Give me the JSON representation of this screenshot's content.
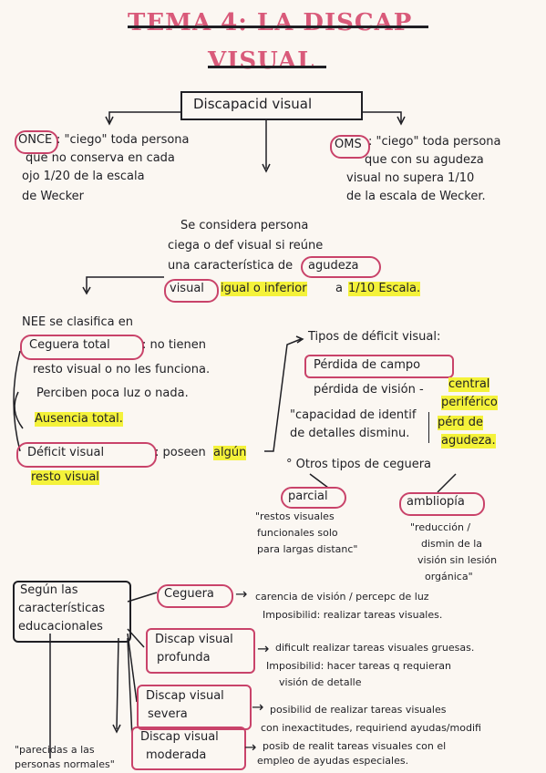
{
  "title": {
    "line1": "TEMA 4: LA DISCAP",
    "line2": "VISUAL"
  },
  "center_box": "Discapacid visual",
  "once": {
    "label": "ONCE",
    "text_lines": [
      ": \"ciego\" toda persona",
      "que no conserva en cada",
      "ojo 1/20 de la escala",
      "de Wecker"
    ]
  },
  "oms": {
    "label": "OMS",
    "text_lines": [
      ": \"ciego\" toda persona",
      "que con su agudeza",
      "visual no supera 1/10",
      "de la escala de Wecker."
    ]
  },
  "middle": {
    "lines": [
      "Se considera persona",
      "ciega o def visual si reúne",
      "una característica de"
    ],
    "agudeza": "agudeza",
    "visual": "visual",
    "igual": "igual o inferior",
    "a": "a",
    "escala": "1/10 Escala."
  },
  "nee": {
    "intro": "NEE se clasifica en",
    "ceguera_total": "Ceguera total",
    "ct_text": ": no tienen",
    "ct_lines": [
      "resto visual o no les funciona.",
      "Perciben poca luz o nada."
    ],
    "ausencia": "Ausencia total.",
    "deficit_visual": "Déficit visual",
    "dv_text": ": poseen",
    "algun": "algún",
    "resto_visual": "resto visual"
  },
  "tipos": {
    "heading": "Tipos de déficit visual:",
    "perdida_campo": "Pérdida de campo",
    "pv_text": "pérdida de visión -",
    "central": "central",
    "periferico": "periférico",
    "capacidad_lines": [
      "\"capacidad de identif",
      "de detalles disminu."
    ],
    "perd_de": "pérd de",
    "agudeza": "agudeza."
  },
  "otros": {
    "heading": "° Otros tipos de ceguera",
    "parcial": "parcial",
    "parcial_lines": [
      "\"restos visuales",
      "funcionales solo",
      "para largas distanc\""
    ],
    "ambliopia": "ambliopía",
    "ambliopia_lines": [
      "\"reducción /",
      "dismin de la",
      "visión sin lesión",
      "orgánica\""
    ]
  },
  "educ": {
    "box_lines": [
      "Según las",
      "características",
      "educacionales"
    ],
    "ceguera": "Ceguera",
    "ceguera_lines": [
      "carencia de visión / percepc de luz",
      "Imposibilid: realizar tareas visuales."
    ],
    "profunda_lines": [
      "Discap visual",
      "profunda"
    ],
    "profunda_text": [
      "dificult realizar tareas visuales gruesas.",
      "Imposibilid: hacer tareas q requieran",
      "visión de detalle"
    ],
    "severa_lines": [
      "Discap visual",
      "severa"
    ],
    "severa_text": [
      "posibilid de realizar tareas visuales",
      "con inexactitudes, requiriend ayudas/modifi"
    ],
    "moderada_lines": [
      "Discap visual",
      "moderada"
    ],
    "moderada_text": [
      "posib de realit tareas visuales con el",
      "empleo de ayudas especiales."
    ],
    "parecidas_lines": [
      "\"parecidas a las",
      "personas normales\""
    ]
  }
}
